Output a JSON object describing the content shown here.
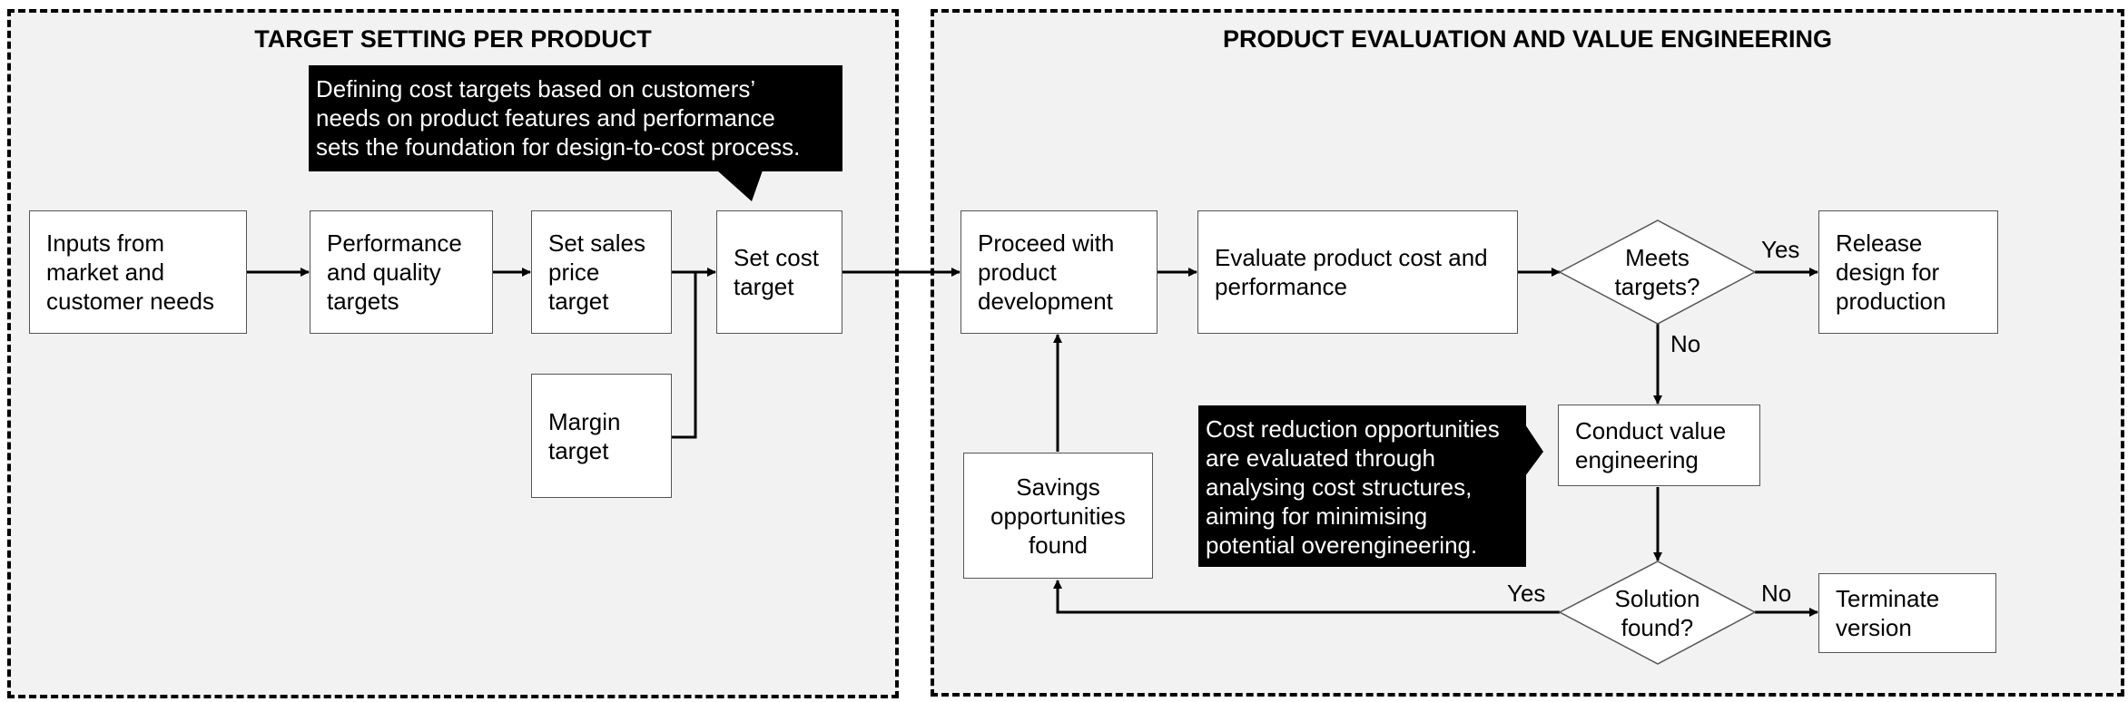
{
  "sections": {
    "left_title": "TARGET SETTING PER PRODUCT",
    "right_title": "PRODUCT EVALUATION AND VALUE ENGINEERING"
  },
  "boxes": {
    "inputs": "Inputs from\nmarket and\ncustomer needs",
    "performance": "Performance\nand quality\ntargets",
    "sales_price": "Set sales\nprice\ntarget",
    "margin": "Margin\ntarget",
    "cost_target": "Set cost\ntarget",
    "proceed": "Proceed with\nproduct\ndevelopment",
    "evaluate": "Evaluate product cost and\nperformance",
    "release": "Release\ndesign for\nproduction",
    "value_engineering": "Conduct value\nengineering",
    "savings": "Savings\nopportunities\nfound",
    "terminate": "Terminate\nversion"
  },
  "decisions": {
    "meets_targets": "Meets\ntargets?",
    "solution_found": "Solution\nfound?"
  },
  "edge_labels": {
    "meets_yes": "Yes",
    "meets_no": "No",
    "solution_yes": "Yes",
    "solution_no": "No"
  },
  "notes": {
    "cost_targets": "Defining cost targets based on customers’\nneeds on product features and performance\nsets the foundation for design-to-cost process.",
    "cost_reduction": "Cost reduction opportunities\nare evaluated through\nanalysing cost structures,\naiming for minimising\npotential overengineering."
  },
  "colors": {
    "panel_background": "#f2f2f2",
    "note_background": "#000000",
    "box_background": "#ffffff"
  }
}
